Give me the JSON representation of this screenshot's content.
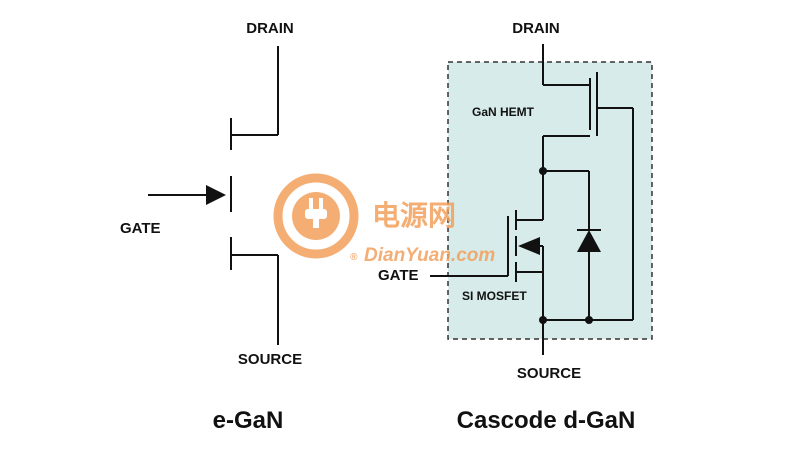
{
  "egan": {
    "drain_label": "DRAIN",
    "gate_label": "GATE",
    "source_label": "SOURCE",
    "caption": "e-GaN"
  },
  "cascode": {
    "drain_label": "DRAIN",
    "gan_label": "GaN HEMT",
    "gate_label": "GATE",
    "mosfet_label": "SI MOSFET",
    "source_label": "SOURCE",
    "caption": "Cascode d-GaN",
    "box_fill": "#d6ebea",
    "box_stroke": "#333333"
  },
  "watermark": {
    "text_cn": "电源网",
    "text_en": "DianYuan.com",
    "registered": "®",
    "icon": "plug-icon",
    "color": "#f3a15c"
  }
}
